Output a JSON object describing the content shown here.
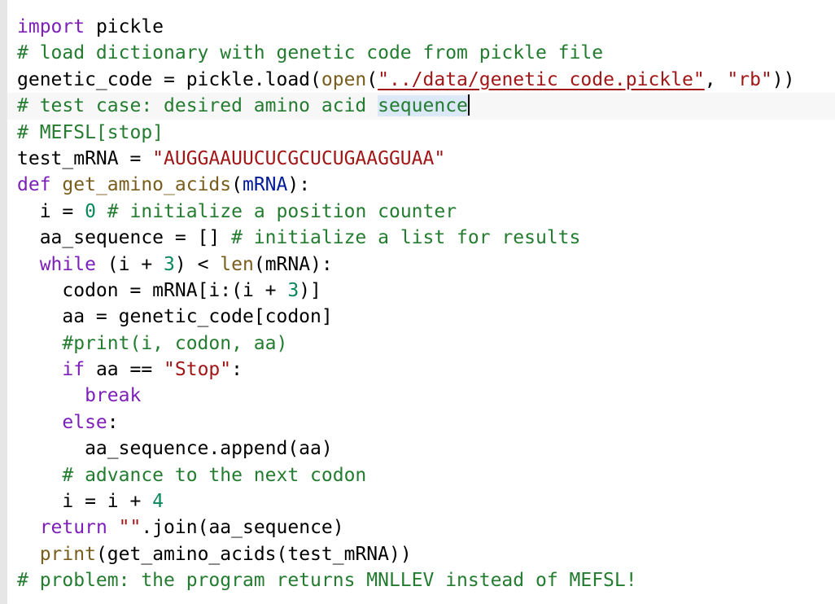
{
  "editor": {
    "lines": [
      {
        "tokens": [
          {
            "t": "import",
            "c": "kw"
          },
          {
            "t": " pickle",
            "c": "plain"
          }
        ]
      },
      {
        "tokens": [
          {
            "t": "# load dictionary with genetic code from pickle file",
            "c": "cm"
          }
        ]
      },
      {
        "tokens": [
          {
            "t": "genetic_code = pickle.load(",
            "c": "plain"
          },
          {
            "t": "open",
            "c": "bi"
          },
          {
            "t": "(",
            "c": "plain"
          },
          {
            "t": "\"../data/genetic_code.pickle\"",
            "c": "str ul"
          },
          {
            "t": ", ",
            "c": "plain"
          },
          {
            "t": "\"rb\"",
            "c": "str"
          },
          {
            "t": "))",
            "c": "plain"
          }
        ]
      },
      {
        "active": true,
        "tokens": [
          {
            "t": "# test case: desired amino acid ",
            "c": "cm"
          },
          {
            "t": "sequence",
            "c": "cm sel"
          },
          {
            "cursor": true
          }
        ]
      },
      {
        "tokens": [
          {
            "t": "# MEFSL[stop]",
            "c": "cm"
          }
        ]
      },
      {
        "tokens": [
          {
            "t": "test_mRNA = ",
            "c": "plain"
          },
          {
            "t": "\"AUGGAAUUCUCGCUCUGAAGGUAA\"",
            "c": "str"
          }
        ]
      },
      {
        "tokens": [
          {
            "t": "def",
            "c": "kw"
          },
          {
            "t": " ",
            "c": "plain"
          },
          {
            "t": "get_amino_acids",
            "c": "fn"
          },
          {
            "t": "(",
            "c": "plain"
          },
          {
            "t": "mRNA",
            "c": "var"
          },
          {
            "t": "):",
            "c": "plain"
          }
        ]
      },
      {
        "tokens": [
          {
            "t": "  i = ",
            "c": "plain"
          },
          {
            "t": "0",
            "c": "num"
          },
          {
            "t": " # initialize a position counter",
            "c": "cm"
          }
        ]
      },
      {
        "tokens": [
          {
            "t": "  aa_sequence = [] ",
            "c": "plain"
          },
          {
            "t": "# initialize a list for results",
            "c": "cm"
          }
        ]
      },
      {
        "tokens": [
          {
            "t": "  ",
            "c": "plain"
          },
          {
            "t": "while",
            "c": "kw"
          },
          {
            "t": " (i + ",
            "c": "plain"
          },
          {
            "t": "3",
            "c": "num"
          },
          {
            "t": ") < ",
            "c": "plain"
          },
          {
            "t": "len",
            "c": "bi"
          },
          {
            "t": "(mRNA):",
            "c": "plain"
          }
        ]
      },
      {
        "tokens": [
          {
            "t": "    codon = mRNA[i:(i + ",
            "c": "plain"
          },
          {
            "t": "3",
            "c": "num"
          },
          {
            "t": ")]",
            "c": "plain"
          }
        ]
      },
      {
        "tokens": [
          {
            "t": "    aa = genetic_code[codon]",
            "c": "plain"
          }
        ]
      },
      {
        "tokens": [
          {
            "t": "    ",
            "c": "plain"
          },
          {
            "t": "#print(i, codon, aa)",
            "c": "cm"
          }
        ]
      },
      {
        "tokens": [
          {
            "t": "    ",
            "c": "plain"
          },
          {
            "t": "if",
            "c": "kw"
          },
          {
            "t": " aa == ",
            "c": "plain"
          },
          {
            "t": "\"Stop\"",
            "c": "str"
          },
          {
            "t": ":",
            "c": "plain"
          }
        ]
      },
      {
        "tokens": [
          {
            "t": "      ",
            "c": "plain"
          },
          {
            "t": "break",
            "c": "kw"
          }
        ]
      },
      {
        "tokens": [
          {
            "t": "    ",
            "c": "plain"
          },
          {
            "t": "else",
            "c": "kw"
          },
          {
            "t": ":",
            "c": "plain"
          }
        ]
      },
      {
        "tokens": [
          {
            "t": "      aa_sequence.append(aa)",
            "c": "plain"
          }
        ]
      },
      {
        "tokens": [
          {
            "t": "    ",
            "c": "plain"
          },
          {
            "t": "# advance to the next codon",
            "c": "cm"
          }
        ]
      },
      {
        "tokens": [
          {
            "t": "    i = i + ",
            "c": "plain"
          },
          {
            "t": "4",
            "c": "num"
          }
        ]
      },
      {
        "tokens": [
          {
            "t": "  ",
            "c": "plain"
          },
          {
            "t": "return",
            "c": "kw"
          },
          {
            "t": " ",
            "c": "plain"
          },
          {
            "t": "\"\"",
            "c": "str"
          },
          {
            "t": ".join(aa_sequence)",
            "c": "plain"
          }
        ]
      },
      {
        "tokens": [
          {
            "t": "  ",
            "c": "plain"
          },
          {
            "t": "print",
            "c": "bi"
          },
          {
            "t": "(get_amino_acids(test_mRNA))",
            "c": "plain"
          }
        ]
      },
      {
        "tokens": [
          {
            "t": "# problem: the program returns MNLLEV instead of MEFSL!",
            "c": "cm"
          }
        ]
      }
    ]
  },
  "colors": {
    "keyword": "#7d1fb8",
    "builtin": "#795d1c",
    "string": "#a11616",
    "number": "#09885a",
    "comment": "#237c2f",
    "parameter": "#001b9a",
    "selection": "#dbe8f7",
    "active_line": "#f7f7f7",
    "gutter": "#e6e6e6"
  }
}
